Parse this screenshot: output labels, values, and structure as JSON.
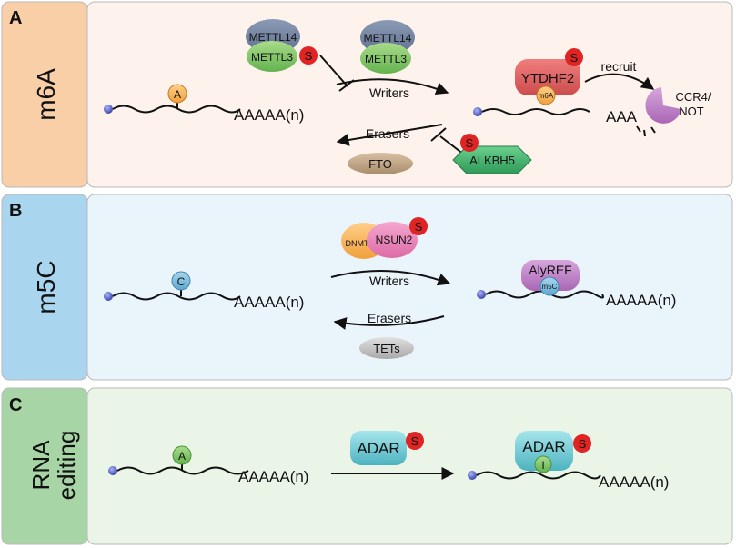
{
  "colors": {
    "panel_a_label": "#f8cfa6",
    "panel_a_body": "#fdf3ec",
    "panel_b_label": "#a9d6ee",
    "panel_b_body": "#eaf4fb",
    "panel_c_label": "#a7d5a6",
    "panel_c_body": "#eaf5e8",
    "s_badge": "#e02323",
    "panel_border": "#b9b9b9"
  },
  "panels": [
    {
      "letter": "A",
      "side_label": "m6A",
      "left_base": "A",
      "left_tail": "AAAAA(n)",
      "writers_label": "Writers",
      "erasers_label": "Erasers",
      "writer_complex_1": {
        "top": "METTL14",
        "bottom": "METTL3",
        "badge": "S"
      },
      "writer_complex_2": {
        "top": "METTL14",
        "bottom": "METTL3"
      },
      "eraser_main": "FTO",
      "eraser_regulated": {
        "name": "ALKBH5",
        "badge": "S"
      },
      "reader": {
        "name": "YTDHF2",
        "mark": "m6A",
        "badge": "S"
      },
      "recruit_label": "recruit",
      "deadenylase_line1": "CCR4/",
      "deadenylase_line2": "NOT",
      "right_tail": "AAA"
    },
    {
      "letter": "B",
      "side_label": "m5C",
      "left_base": "C",
      "left_tail": "AAAAA(n)",
      "writers_label": "Writers",
      "erasers_label": "Erasers",
      "writer_small": "DNMT2",
      "writer_main": {
        "name": "NSUN2",
        "badge": "S"
      },
      "eraser_main": "TETs",
      "reader": {
        "name": "AlyREF",
        "mark": "m5C"
      },
      "right_tail": "AAAAA(n)"
    },
    {
      "letter": "C",
      "side_label_line1": "RNA",
      "side_label_line2": "editing",
      "left_base": "A",
      "left_tail": "AAAAA(n)",
      "enzyme": {
        "name": "ADAR",
        "badge": "S"
      },
      "enzyme_bound": {
        "name": "ADAR",
        "badge": "S",
        "base": "I"
      },
      "right_tail": "AAAAA(n)"
    }
  ]
}
